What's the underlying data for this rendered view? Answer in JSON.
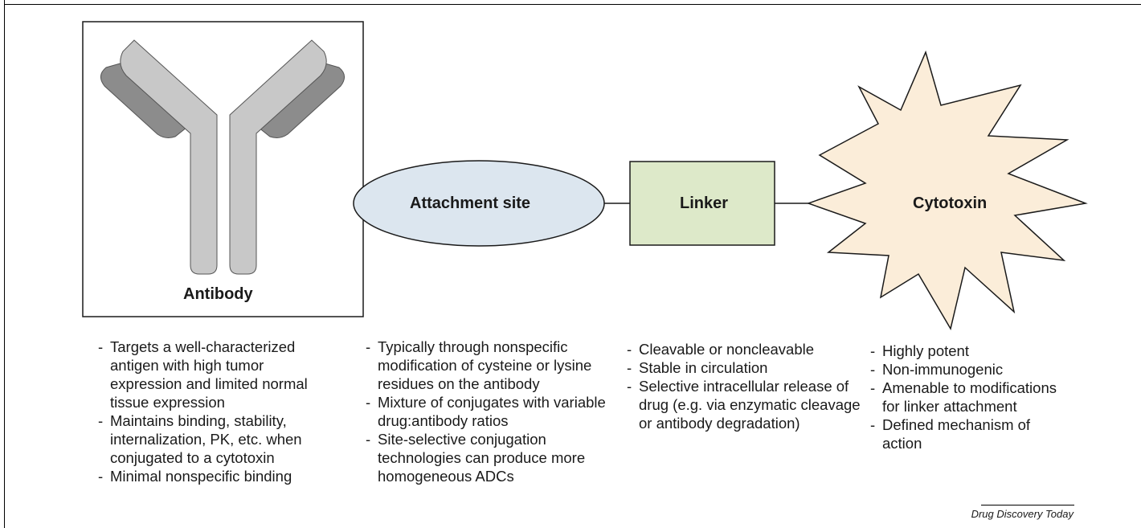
{
  "components": {
    "antibody": {
      "label": "Antibody",
      "fill": "#c8c8c8",
      "fill_dark": "#8c8c8c"
    },
    "attachment_site": {
      "label": "Attachment site",
      "fill": "#dce6ef"
    },
    "linker": {
      "label": "Linker",
      "fill": "#dde9c9"
    },
    "cytotoxin": {
      "label": "Cytotoxin",
      "fill": "#fbedd9"
    }
  },
  "descriptions": {
    "antibody": [
      "Targets a well-characterized antigen with high tumor expression and limited normal tissue expression",
      "Maintains binding, stability, internalization, PK, etc. when conjugated to a cytotoxin",
      "Minimal nonspecific binding"
    ],
    "attachment_site": [
      "Typically through nonspecific modification of cysteine or lysine residues on the antibody",
      "Mixture of conjugates with variable drug:antibody ratios",
      "Site-selective conjugation technologies can produce more homogeneous ADCs"
    ],
    "linker": [
      "Cleavable or noncleavable",
      "Stable in circulation",
      "Selective intracellular release of drug (e.g. via enzymatic cleavage or antibody degradation)"
    ],
    "cytotoxin": [
      "Highly potent",
      "Non-immunogenic",
      "Amenable to modifications for linker attachment",
      "Defined mechanism of action"
    ]
  },
  "source": "Drug Discovery Today"
}
